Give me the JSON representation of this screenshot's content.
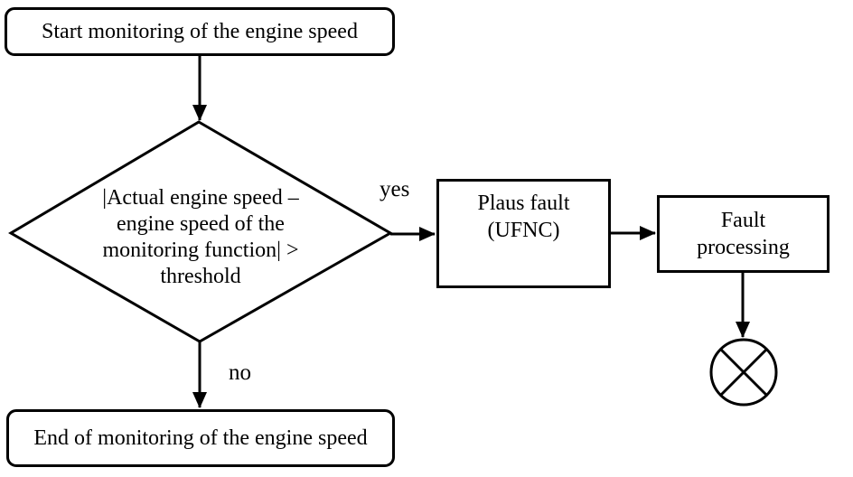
{
  "flowchart": {
    "colors": {
      "stroke": "#000000",
      "background": "#ffffff"
    },
    "nodes": {
      "start": {
        "label": "Start monitoring of the engine speed",
        "shape": "rounded-rectangle"
      },
      "decision": {
        "shape": "diamond",
        "lines": [
          "|Actual engine speed –",
          "engine speed of the",
          "monitoring function| >",
          "threshold"
        ]
      },
      "plaus_fault": {
        "shape": "rectangle",
        "lines": [
          "Plaus fault",
          "(UFNC)"
        ]
      },
      "fault_processing": {
        "shape": "rectangle",
        "lines": [
          "Fault",
          "processing"
        ]
      },
      "end": {
        "label": "End of monitoring of the engine speed",
        "shape": "rounded-rectangle"
      },
      "terminator": {
        "icon": "circle-x-icon"
      }
    },
    "edges": {
      "yes_label": "yes",
      "no_label": "no"
    }
  }
}
